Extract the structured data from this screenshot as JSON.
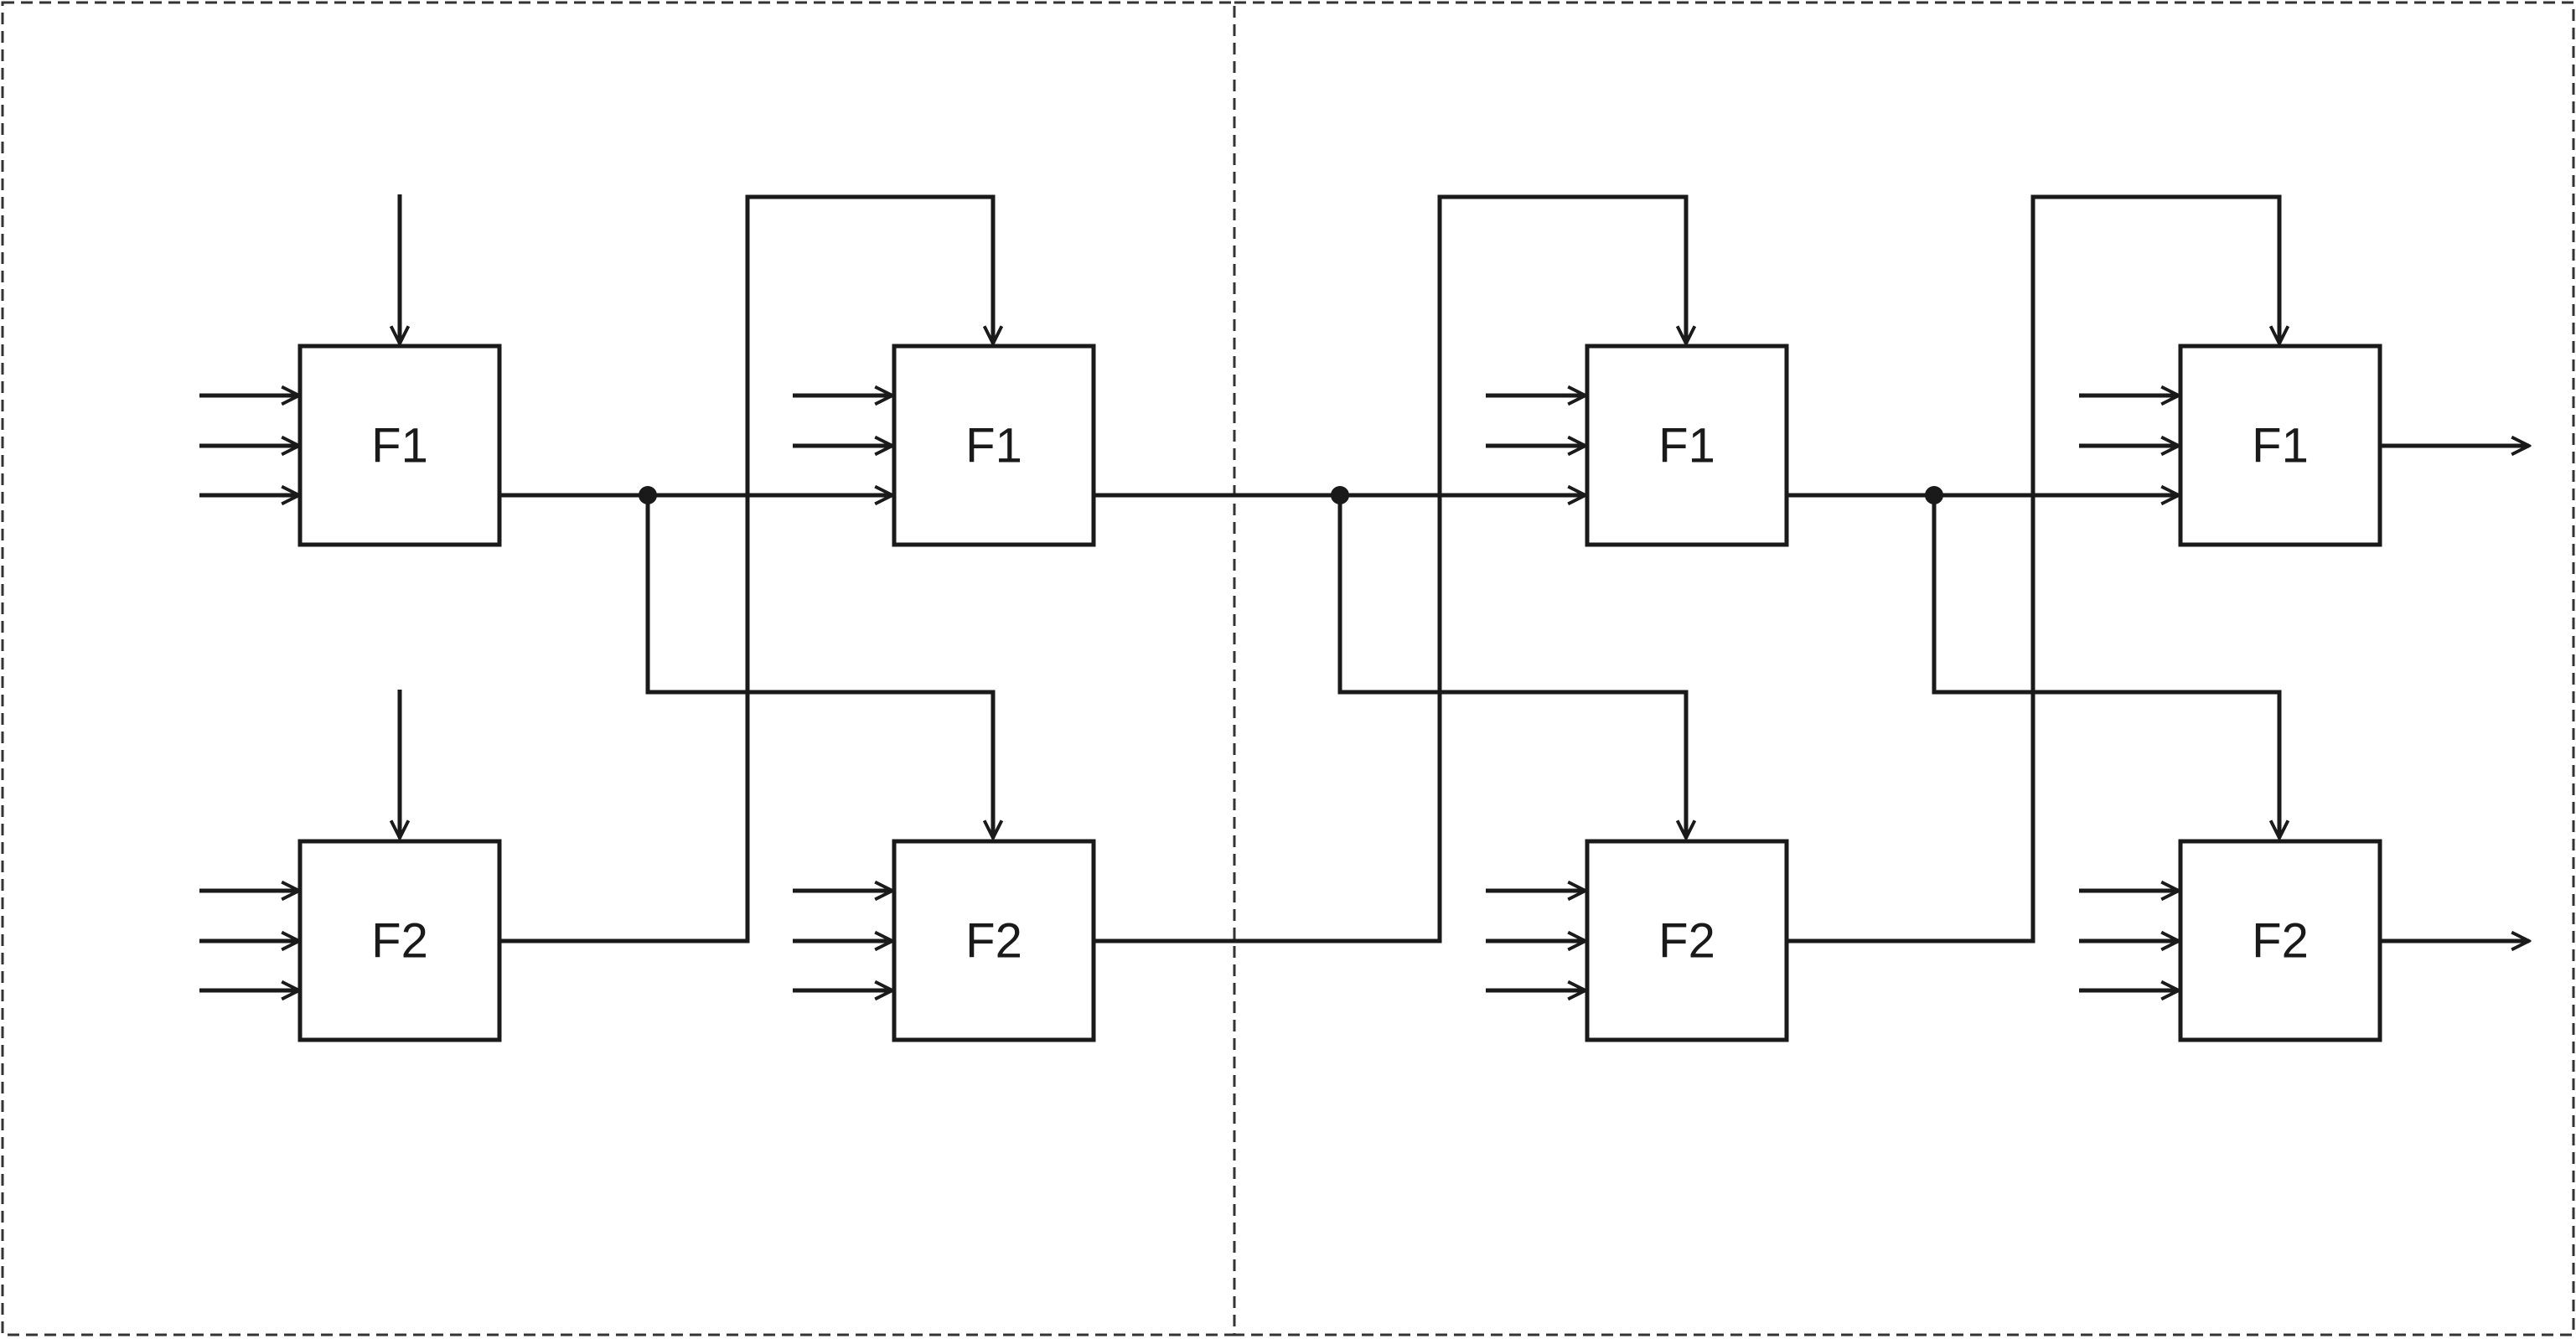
{
  "blocks": [
    {
      "id": "f1-stage1",
      "label": "F1"
    },
    {
      "id": "f2-stage1",
      "label": "F2"
    },
    {
      "id": "f1-stage2",
      "label": "F1"
    },
    {
      "id": "f2-stage2",
      "label": "F2"
    },
    {
      "id": "f1-stage3",
      "label": "F1"
    },
    {
      "id": "f2-stage3",
      "label": "F2"
    },
    {
      "id": "f1-stage4",
      "label": "F1"
    },
    {
      "id": "f2-stage4",
      "label": "F2"
    }
  ],
  "colors": {
    "line": "#1a1a1a",
    "frame": "#333333",
    "background": "#ffffff"
  }
}
